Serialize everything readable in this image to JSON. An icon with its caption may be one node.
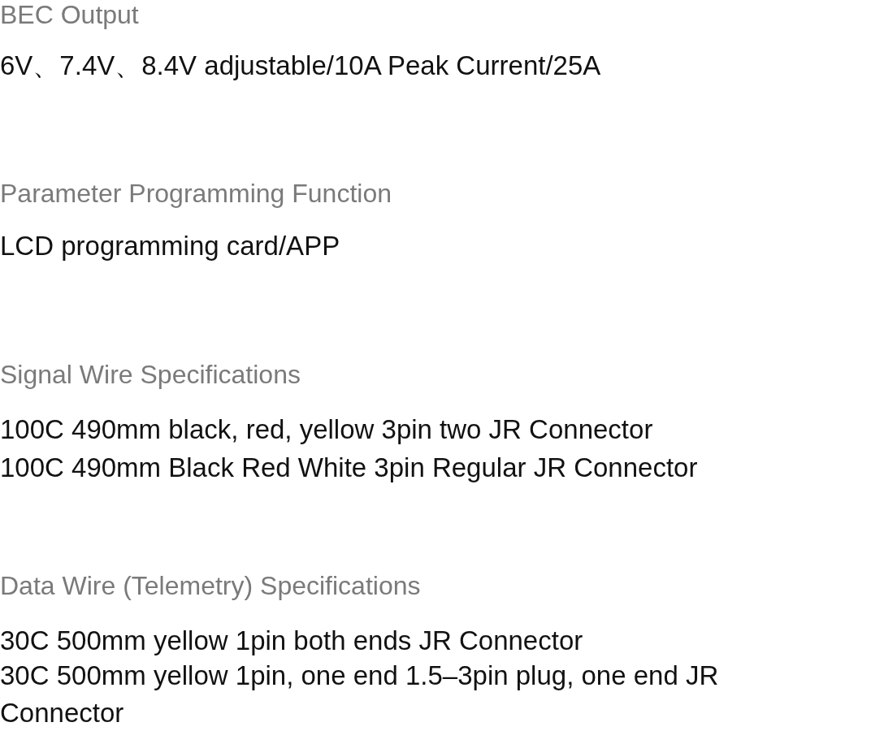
{
  "diagram": {
    "labels": [
      "BEC Output",
      "6V、7.4V、8.4V adjustable/10A Peak Current/25A",
      "Parameter Programming Function",
      "LCD programming card/APP",
      "Signal Wire Specifications",
      "100C 490mm black, red, yellow 3pin two JR Connector",
      "100C 490mm Black Red White 3pin Regular JR Connector",
      "Data Wire (Telemetry) Specifications",
      "30C 500mm yellow 1pin both ends JR Connector",
      "30C 500mm yellow 1pin, one end 1.5–3pin plug, one end JR Connector"
    ]
  }
}
